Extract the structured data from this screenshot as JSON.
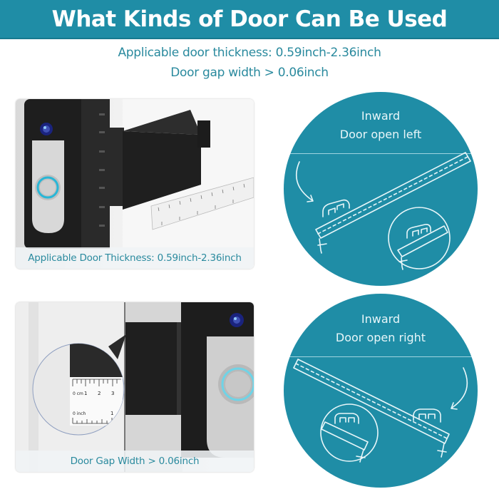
{
  "header": {
    "title": "What Kinds of Door Can Be Used",
    "subtitle_line1": "Applicable door thickness: 0.59inch-2.36inch",
    "subtitle_line2": "Door gap width > 0.06inch"
  },
  "panels": [
    {
      "caption": "Applicable Door Thickness: 0.59inch-2.36inch",
      "image": "doorbell-mount-thickness-photo"
    },
    {
      "caption": "Door Gap Width > 0.06inch",
      "image": "doorbell-mount-gap-photo",
      "ruler": {
        "cm_label": "0 cm",
        "cm_ticks": [
          "1",
          "2",
          "3"
        ],
        "inch_label": "0 inch",
        "inch_ticks": [
          "1"
        ]
      }
    }
  ],
  "diagrams": [
    {
      "line1": "Inward",
      "line2": "Door open left"
    },
    {
      "line1": "Inward",
      "line2": "Door open right"
    }
  ],
  "colors": {
    "brand_teal": "#1f8da6",
    "caption_text": "#2a8a9e",
    "white": "#ffffff"
  }
}
